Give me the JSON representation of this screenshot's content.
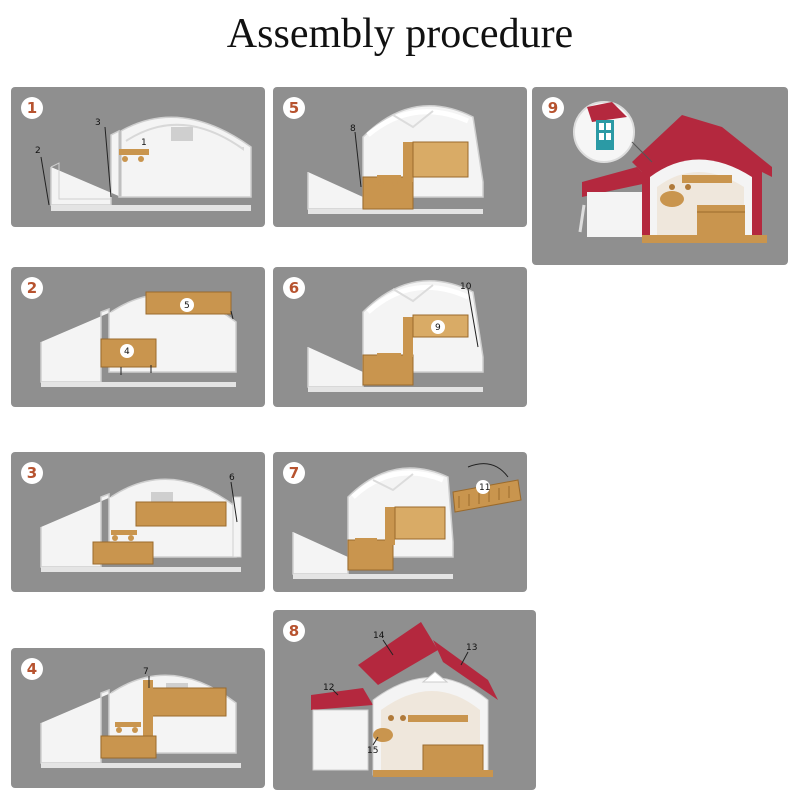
{
  "title": "Assembly procedure",
  "steps": [
    {
      "number": "1",
      "part_labels": [
        "2",
        "3",
        "1"
      ]
    },
    {
      "number": "2",
      "part_labels": [
        "5",
        "4"
      ]
    },
    {
      "number": "3",
      "part_labels": [
        "6"
      ]
    },
    {
      "number": "4",
      "part_labels": [
        "7"
      ]
    },
    {
      "number": "5",
      "part_labels": [
        "8"
      ]
    },
    {
      "number": "6",
      "part_labels": [
        "10",
        "9"
      ]
    },
    {
      "number": "7",
      "part_labels": [
        "11"
      ]
    },
    {
      "number": "8",
      "part_labels": [
        "14",
        "13",
        "12",
        "15"
      ]
    },
    {
      "number": "9",
      "part_labels": []
    }
  ],
  "colors": {
    "panel_bg": "#8f8f8f",
    "badge_text": "#b7532f",
    "wall": "#f4f4f4",
    "wood": "#c9954e",
    "roof": "#b4283e"
  }
}
